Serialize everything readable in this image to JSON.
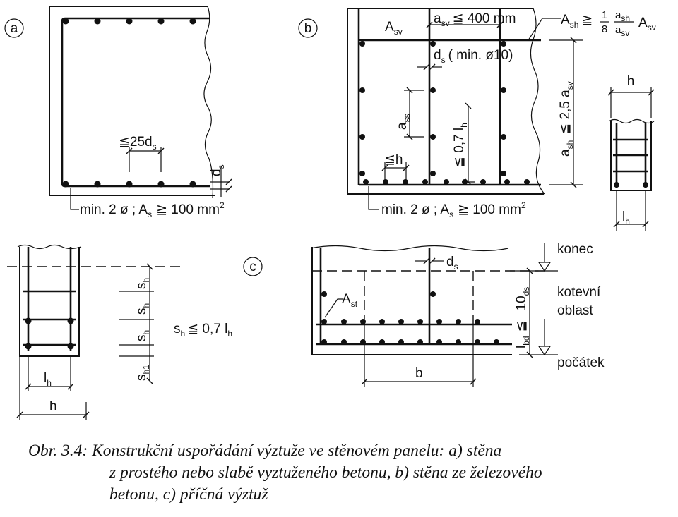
{
  "labels": {
    "a": "a",
    "b": "b",
    "c": "c"
  },
  "panel_a": {
    "spacing": "≦25d",
    "spacing_sub": "s",
    "ds": "d",
    "ds_sub": "s",
    "min_bars": "min. 2 ø ; A",
    "min_bars_sub": "s",
    "min_bars_tail": "≧ 100 mm",
    "min_bars_sup": "2"
  },
  "panel_b": {
    "asv": "A",
    "asv_sub": "sv",
    "spacing_v": "a",
    "spacing_v_sub": "sv",
    "spacing_v_tail": "≦ 400 mm",
    "ash_lhs": "A",
    "ash_lhs_sub": "sh",
    "ash_rel": "≧",
    "frac1_num": "1",
    "frac1_den": "8",
    "frac2_num": "a",
    "frac2_num_sub": "sh",
    "frac2_den": "a",
    "frac2_den_sub": "sv",
    "ash_tail": "A",
    "ash_tail_sub": "sv",
    "ds_min": "d",
    "ds_min_sub": "s",
    "ds_min_tail": "( min. ø10)",
    "ass": "a",
    "ass_sub": "ss",
    "le_h": "≦h",
    "le_lh": "≦ 0,7 l",
    "le_lh_sub": "h",
    "ash": "a",
    "ash_sub": "sh",
    "ash_rule": "≦ 2,5 a",
    "ash_rule_sub": "sv",
    "min_bars": "min. 2 ø ; A",
    "min_bars_sub": "s",
    "min_bars_tail": "≧ 100 mm",
    "min_bars_sup": "2",
    "section_h": "h",
    "section_lh": "l",
    "section_lh_sub": "h"
  },
  "panel_c_left": {
    "sh": "s",
    "sh_sub": "h",
    "sh1_sub": "h1",
    "rule": "s",
    "rule_sub": "h",
    "rule_tail": "≦ 0,7 l",
    "rule_tail_sub": "h",
    "lh": "l",
    "lh_sub": "h",
    "h": "h"
  },
  "panel_c_right": {
    "ds": "d",
    "ds_sub": "s",
    "ast": "A",
    "ast_sub": "st",
    "b": "b",
    "lbd": "l",
    "lbd_sub": "bd",
    "lbd_rel": "≦",
    "lbd_val": "10",
    "lbd_val_sub": "ds",
    "end": "konec",
    "zone1": "kotevní",
    "zone2": "oblast",
    "start": "počátek"
  },
  "caption": {
    "line1": "Obr. 3.4: Konstrukční uspořádání výztuže ve stěnovém panelu: a) stěna",
    "line2": "z prostého nebo slabě vyztuženého betonu, b) stěna ze železového",
    "line3": "betonu, c) příčná výztuž"
  }
}
